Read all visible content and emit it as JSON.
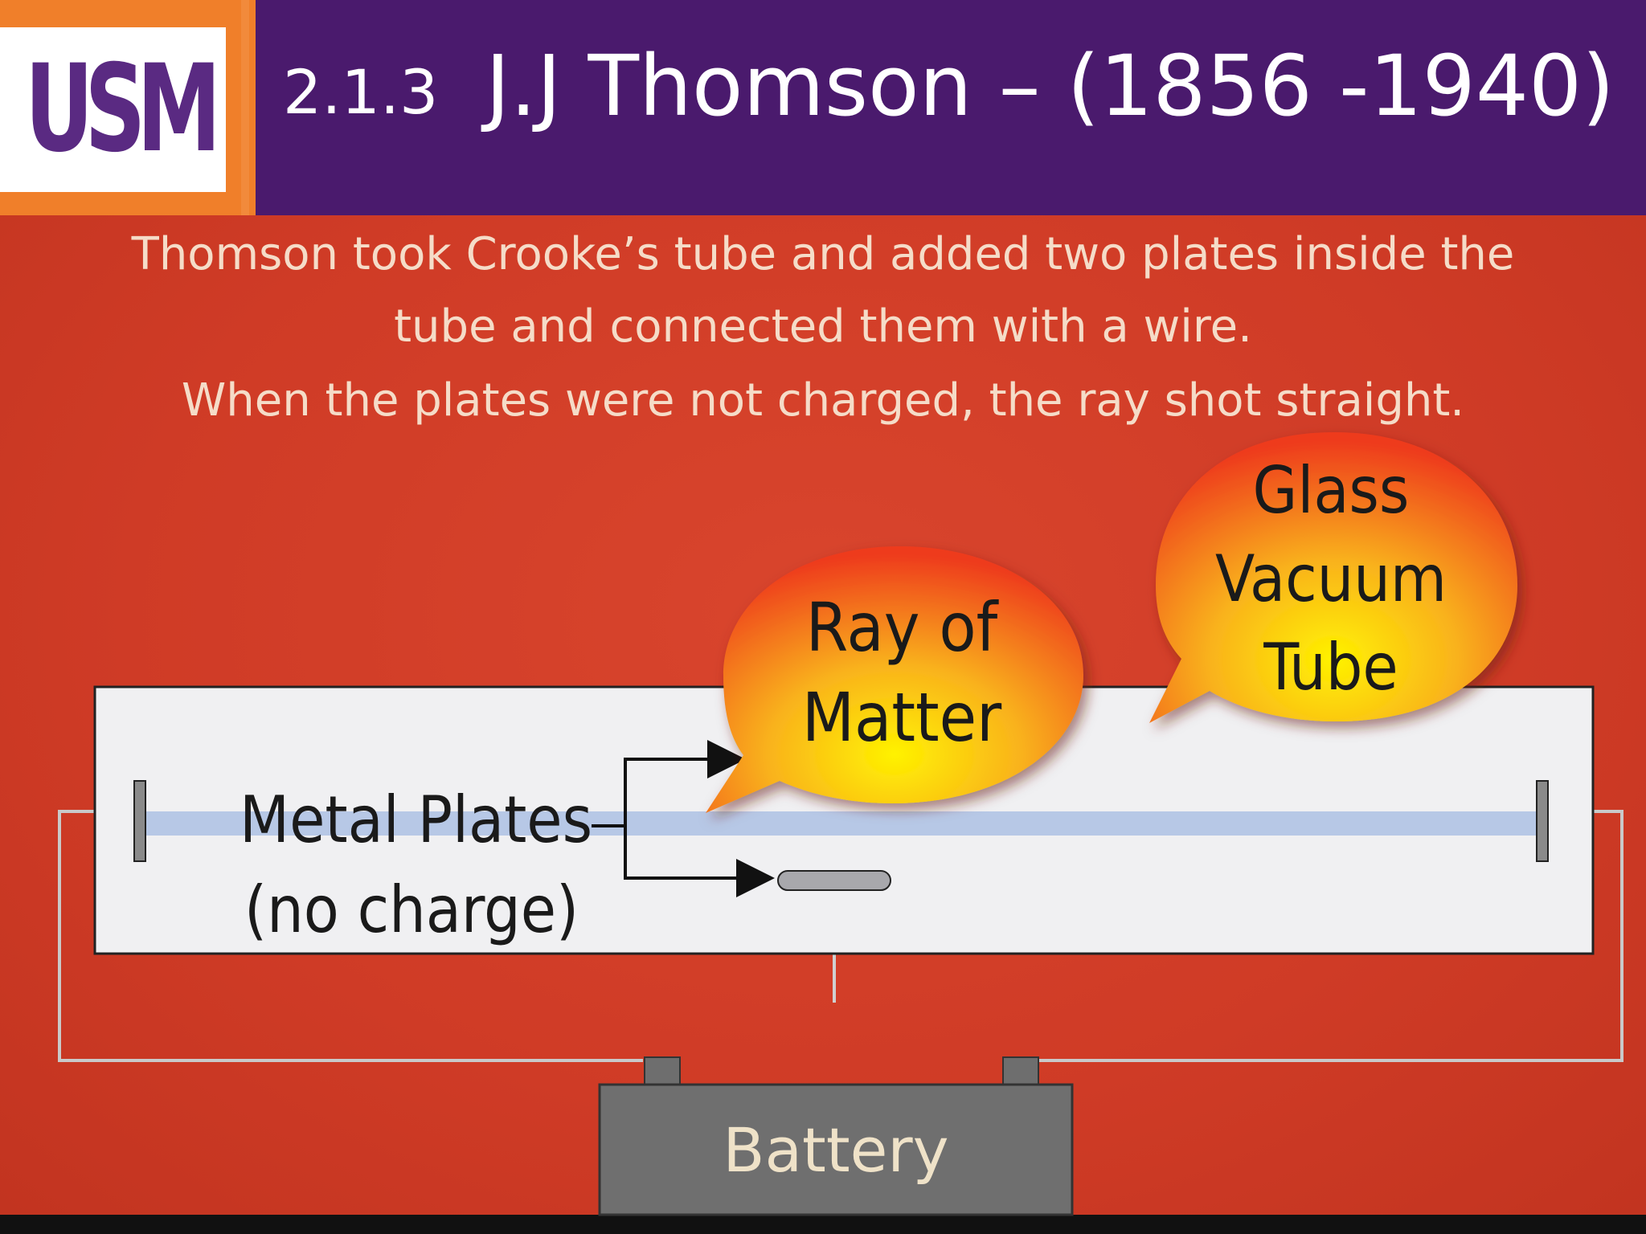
{
  "header": {
    "logo_text": "USM",
    "section_number": "2.1.3",
    "title": "J.J Thomson – (1856 -1940)"
  },
  "intro": {
    "line1": "Thomson took Crooke’s tube and added two plates inside the",
    "line2": "tube and connected them with a wire.",
    "line3": "When the plates were not charged, the ray shot straight."
  },
  "diagram": {
    "bubble_ray": {
      "line1": "Ray of",
      "line2": "Matter"
    },
    "bubble_glass": {
      "line1": "Glass",
      "line2": "Vacuum",
      "line3": "Tube"
    },
    "plates_label": {
      "line1": "Metal Plates",
      "line2": "(no charge)"
    },
    "battery_label": "Battery"
  },
  "colors": {
    "header_purple": "#4a1a6d",
    "accent_orange": "#f07f2a",
    "slide_red": "#cf3b26",
    "ray_blue": "#b7c8e6"
  }
}
